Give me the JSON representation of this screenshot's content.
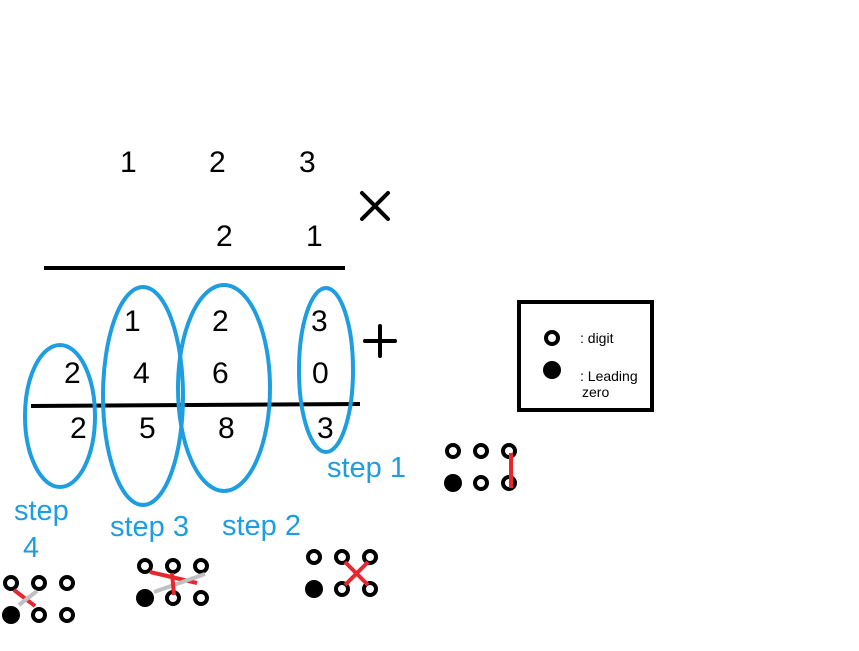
{
  "colors": {
    "accent_blue": "#1e9ee0",
    "line_red": "#e8262f",
    "line_gray": "#c0c0c0",
    "ink": "#000000"
  },
  "multiplicand": [
    "1",
    "2",
    "3"
  ],
  "multiplier": [
    "2",
    "1"
  ],
  "partial_row_1": [
    "1",
    "2",
    "3"
  ],
  "partial_row_2": [
    "2",
    "4",
    "6",
    "0"
  ],
  "result": [
    "2",
    "5",
    "8",
    "3"
  ],
  "operators": {
    "times_icon": "multiply-icon",
    "plus_icon": "plus-icon"
  },
  "steps": {
    "step1": "step 1",
    "step2": "step 2",
    "step3": "step 3",
    "step4_line1": "step",
    "step4_line2": "4"
  },
  "legend": {
    "digit_label": ": digit",
    "leading_zero_line1": ": Leading",
    "leading_zero_line2": "zero"
  }
}
